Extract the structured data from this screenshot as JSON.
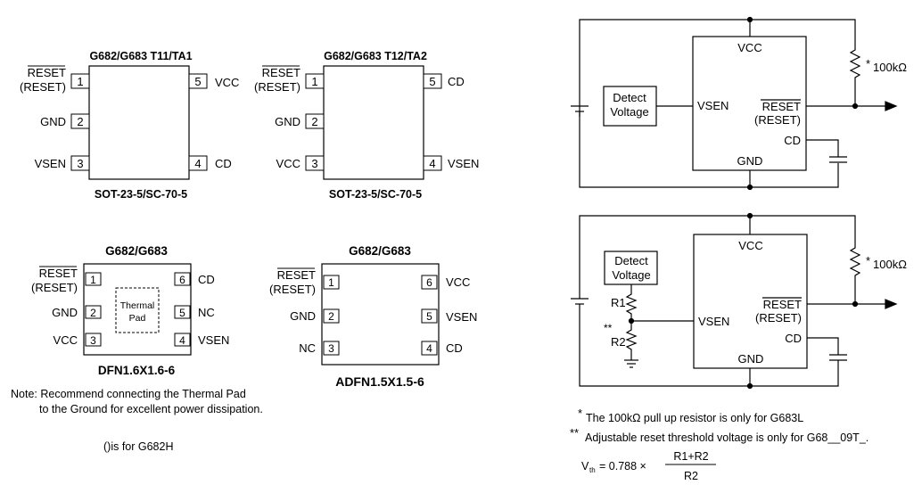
{
  "packages": {
    "sot_a": {
      "title": "G682/G683 T11/TA1",
      "footer": "SOT-23-5/SC-70-5",
      "pins": [
        {
          "num": "1",
          "label": "RESET",
          "sub": "(RESET)"
        },
        {
          "num": "2",
          "label": "GND"
        },
        {
          "num": "3",
          "label": "VSEN"
        },
        {
          "num": "4",
          "label": "CD"
        },
        {
          "num": "5",
          "label": "VCC"
        }
      ]
    },
    "sot_b": {
      "title": "G682/G683 T12/TA2",
      "footer": "SOT-23-5/SC-70-5",
      "pins": [
        {
          "num": "1",
          "label": "RESET",
          "sub": "(RESET)"
        },
        {
          "num": "2",
          "label": "GND"
        },
        {
          "num": "3",
          "label": "VCC"
        },
        {
          "num": "4",
          "label": "VSEN"
        },
        {
          "num": "5",
          "label": "CD"
        }
      ]
    },
    "dfn": {
      "title": "G682/G683",
      "footer": "DFN1.6X1.6-6",
      "pad_line1": "Thermal",
      "pad_line2": "Pad",
      "pins": [
        {
          "num": "1",
          "label": "RESET",
          "sub": "(RESET)"
        },
        {
          "num": "2",
          "label": "GND"
        },
        {
          "num": "3",
          "label": "VCC"
        },
        {
          "num": "4",
          "label": "VSEN"
        },
        {
          "num": "5",
          "label": "NC"
        },
        {
          "num": "6",
          "label": "CD"
        }
      ]
    },
    "adfn": {
      "title": "G682/G683",
      "footer": "ADFN1.5X1.5-6",
      "pins": [
        {
          "num": "1",
          "label": "RESET",
          "sub": "(RESET)"
        },
        {
          "num": "2",
          "label": "GND"
        },
        {
          "num": "3",
          "label": "NC"
        },
        {
          "num": "4",
          "label": "CD"
        },
        {
          "num": "5",
          "label": "VSEN"
        },
        {
          "num": "6",
          "label": "VCC"
        }
      ]
    }
  },
  "notes": {
    "note_line1": "Note: Recommend connecting the Thermal Pad",
    "note_line2": "to the Ground for excellent power dissipation.",
    "paren": "()is for G682H",
    "star1_mark": "*",
    "star1": "The 100kΩ pull up resistor is only for G683L",
    "star2_mark": "**",
    "star2": "Adjustable reset threshold voltage is only for G68__09T_.",
    "formula_lhs": "V",
    "formula_sub": "th",
    "formula_eq": "= 0.788 ×",
    "formula_num": "R1+R2",
    "formula_den": "R2"
  },
  "circuits": {
    "detect1": "Detect",
    "detect2": "Voltage",
    "vcc": "VCC",
    "vsen": "VSEN",
    "reset": "RESET",
    "reset_paren": "(RESET)",
    "cd": "CD",
    "gnd": "GND",
    "res_mark": "*",
    "res_value": "100kΩ",
    "r1": "R1",
    "r2": "R2",
    "dstar": "**"
  }
}
